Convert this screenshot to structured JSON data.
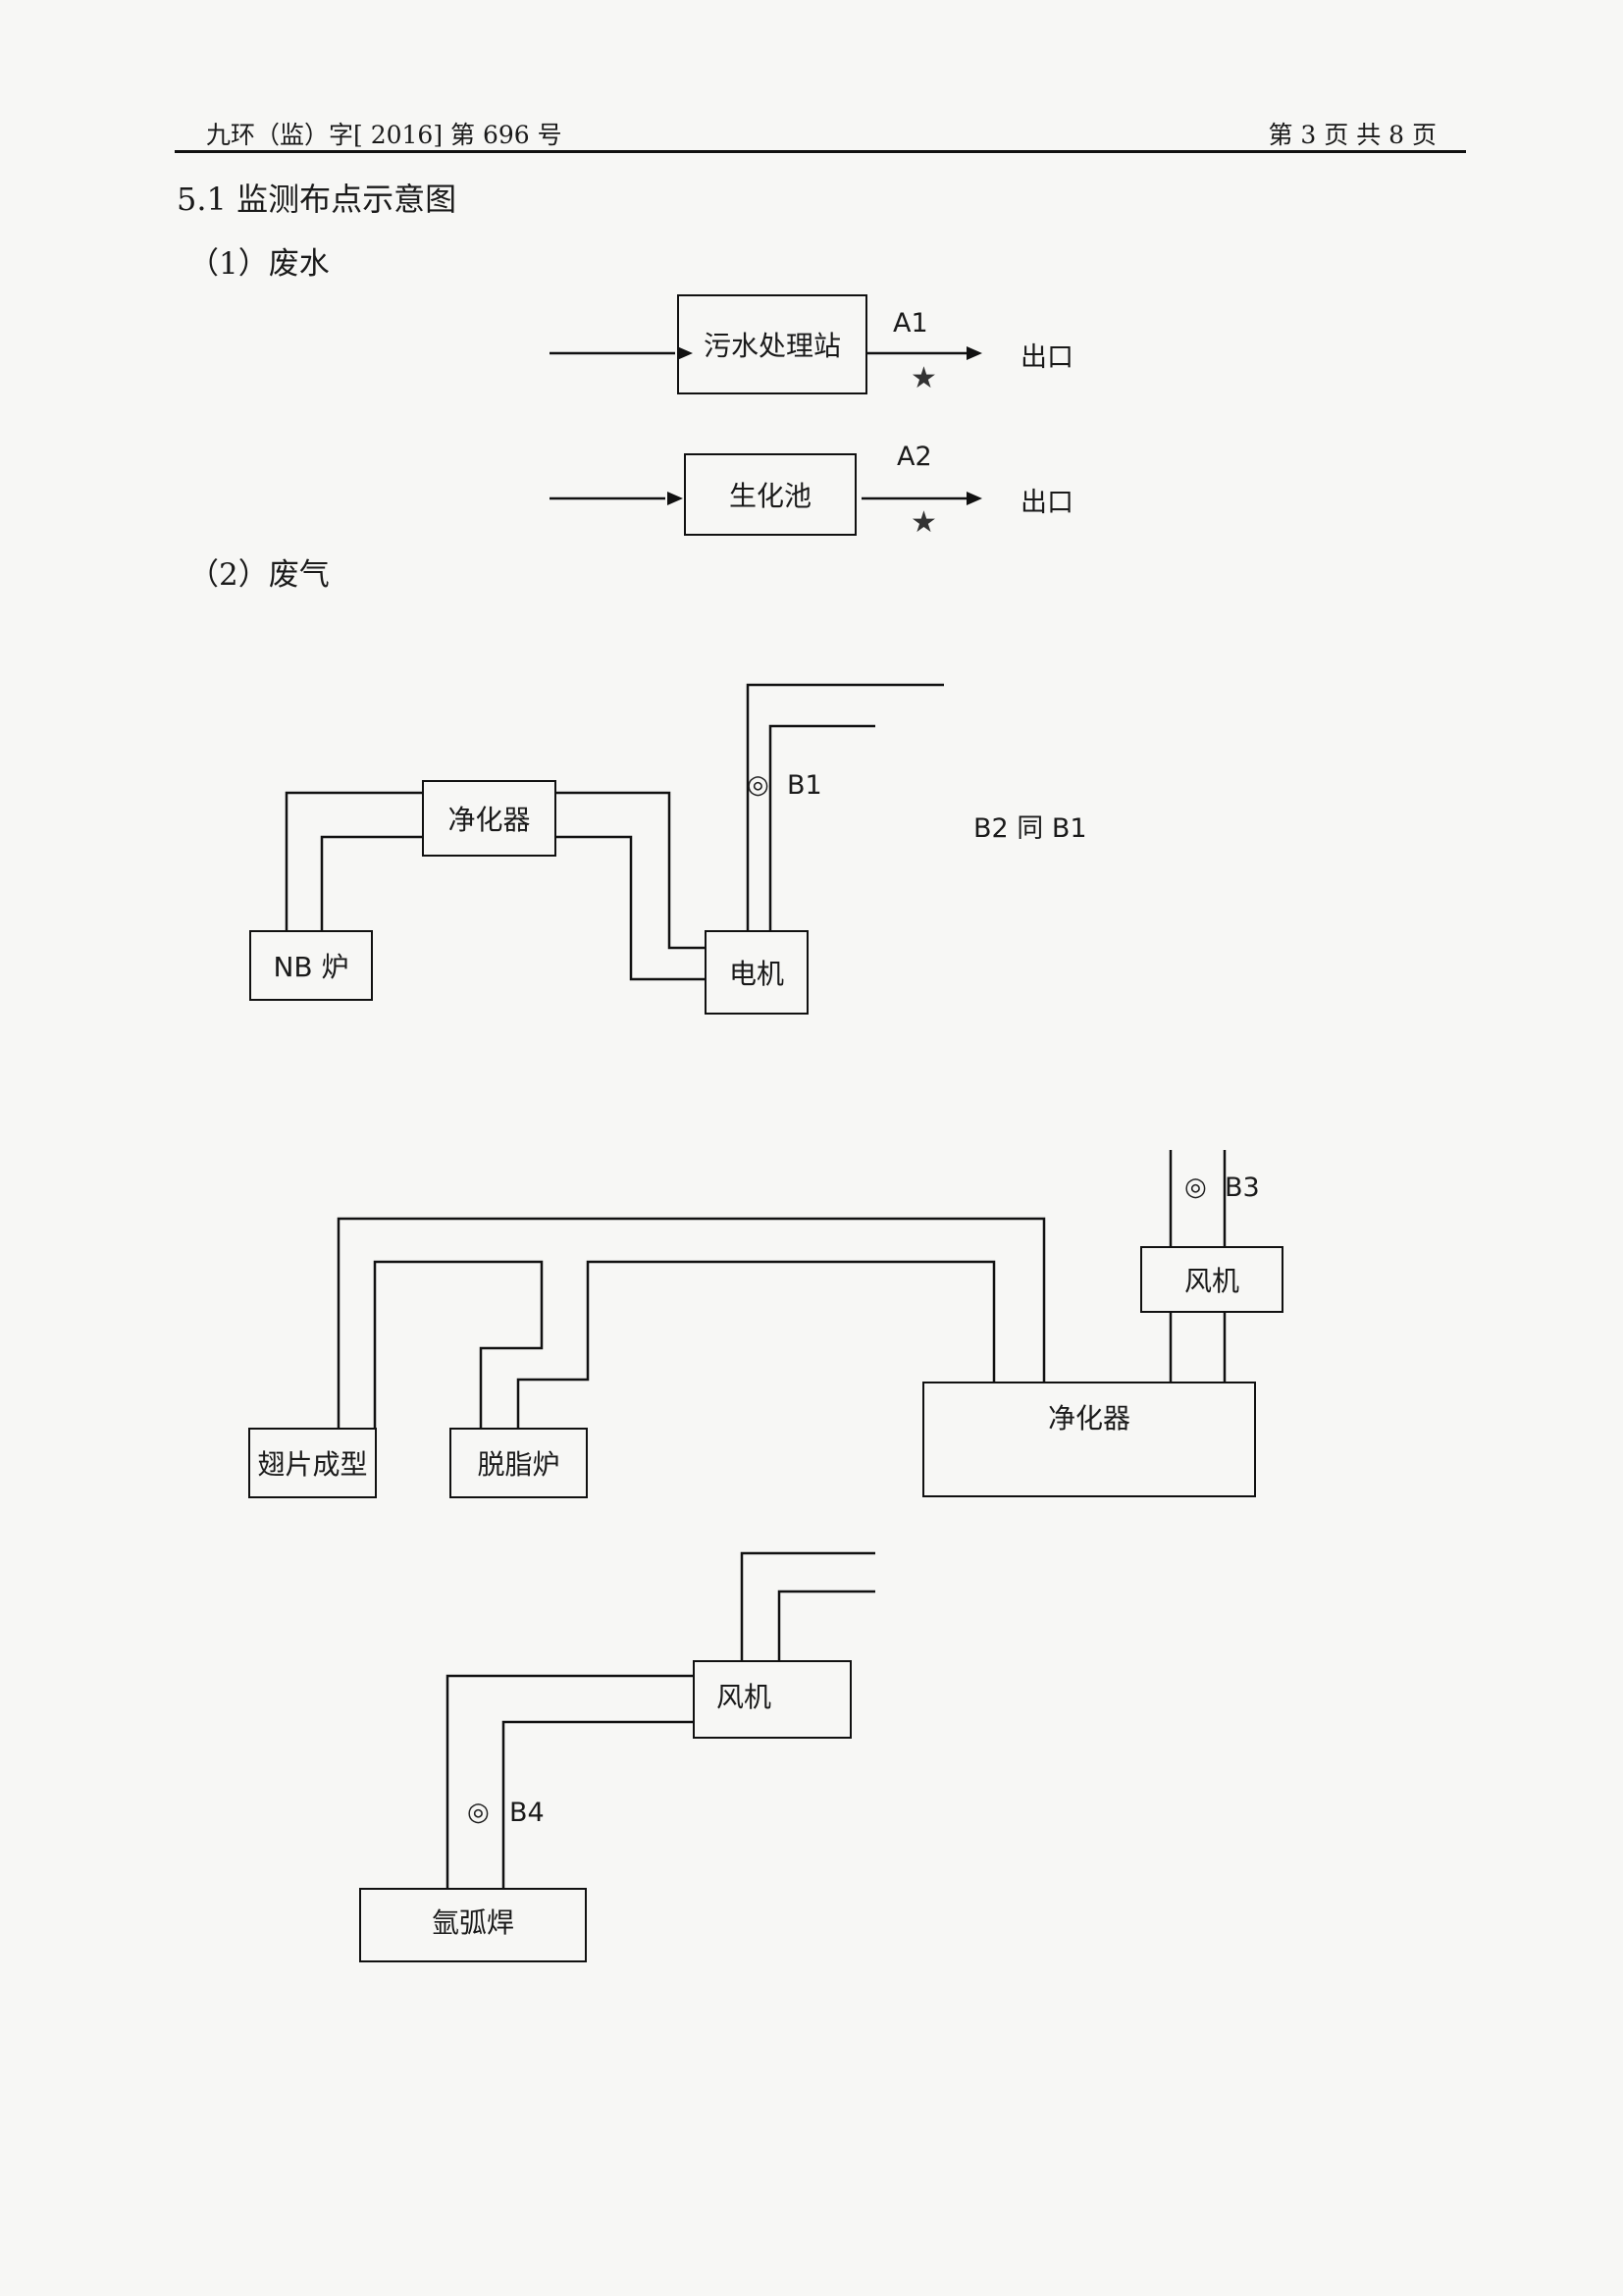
{
  "header": {
    "doc_no": "九环（监）字[ 2016] 第 696 号",
    "page": "第 3 页 共 8 页"
  },
  "section": {
    "title": "5.1 监测布点示意图",
    "wastewater": {
      "heading": "（1）废水",
      "row1": {
        "box": "污水处理站",
        "point": "A1",
        "outlet": "出口",
        "mark": "★"
      },
      "row2": {
        "box": "生化池",
        "point": "A2",
        "outlet": "出口",
        "mark": "★"
      }
    },
    "exhaust": {
      "heading": "（2）废气",
      "group1": {
        "nb_furnace": "NB 炉",
        "purifier": "净化器",
        "motor": "电机",
        "point": "B1",
        "mark": "◎",
        "note": "B2 同 B1"
      },
      "group2": {
        "fin_forming": "翅片成型",
        "degrease_furnace": "脱脂炉",
        "purifier": "净化器",
        "fan": "风机",
        "point": "B3",
        "mark": "◎"
      },
      "group3": {
        "fan": "风机",
        "argon_welding": "氩弧焊",
        "point": "B4",
        "mark": "◎"
      }
    }
  }
}
